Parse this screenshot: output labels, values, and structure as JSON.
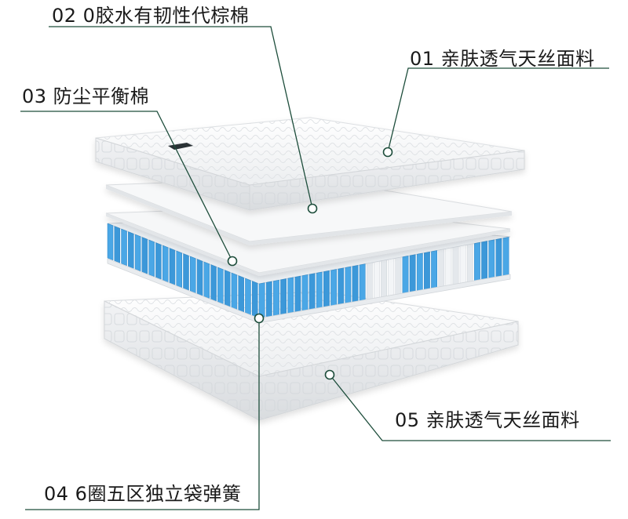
{
  "callouts": [
    {
      "id": "02",
      "text": "02 0胶水有韧性代棕棉"
    },
    {
      "id": "01",
      "text": "01 亲肤透气天丝面料"
    },
    {
      "id": "03",
      "text": "03 防尘平衡棉"
    },
    {
      "id": "05",
      "text": "05 亲肤透气天丝面料"
    },
    {
      "id": "04",
      "text": "04 6圈五区独立袋弹簧"
    }
  ],
  "colors": {
    "callout_line": "#1d4d3b",
    "spring_blue": "#4aa7e6",
    "spring_white": "#f3f5f7",
    "fabric": "#f4f5f6"
  },
  "spring_zone_pattern": [
    "blue",
    "blue",
    "blue",
    "white",
    "blue",
    "white",
    "blue"
  ]
}
